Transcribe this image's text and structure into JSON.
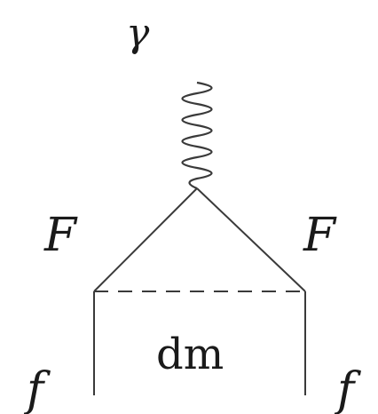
{
  "labels": {
    "photon": "γ",
    "left_upper": "F",
    "right_upper": "F",
    "loop_label": "dm",
    "left_lower": "f",
    "right_lower": "f"
  },
  "colors": {
    "line": "#3a3a3a",
    "text": "#1a1a1a"
  }
}
